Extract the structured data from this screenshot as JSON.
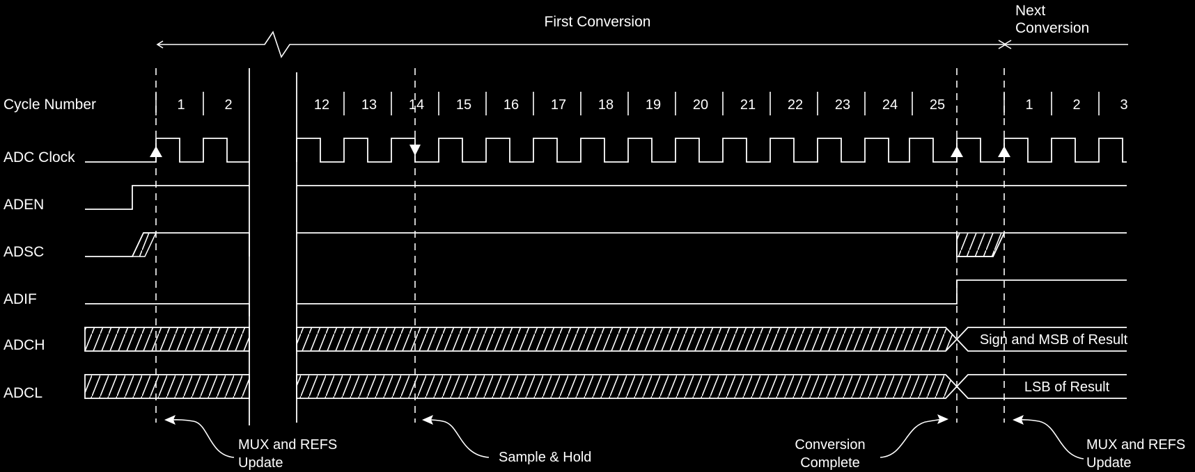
{
  "phases": {
    "first": "First Conversion",
    "next_line1": "Next",
    "next_line2": "Conversion"
  },
  "signals": {
    "cycle": "Cycle Number",
    "clock": "ADC Clock",
    "aden": "ADEN",
    "adsc": "ADSC",
    "adif": "ADIF",
    "adch": "ADCH",
    "adcl": "ADCL"
  },
  "cycles_first_a": [
    "1",
    "2"
  ],
  "cycles_first_b": [
    "12",
    "13",
    "14",
    "15",
    "16",
    "17",
    "18",
    "19",
    "20",
    "21",
    "22",
    "23",
    "24",
    "25"
  ],
  "cycles_next": [
    "1",
    "2",
    "3"
  ],
  "results": {
    "adch": "Sign and MSB of Result",
    "adcl": "LSB of Result"
  },
  "annotations": [
    {
      "line1": "MUX and REFS",
      "line2": "Update"
    },
    {
      "line1": "Sample & Hold",
      "line2": ""
    },
    {
      "line1": "Conversion",
      "line2": "Complete"
    },
    {
      "line1": "MUX and REFS",
      "line2": "Update"
    }
  ],
  "colors": {
    "background": "#000000",
    "line": "#ffffff"
  }
}
